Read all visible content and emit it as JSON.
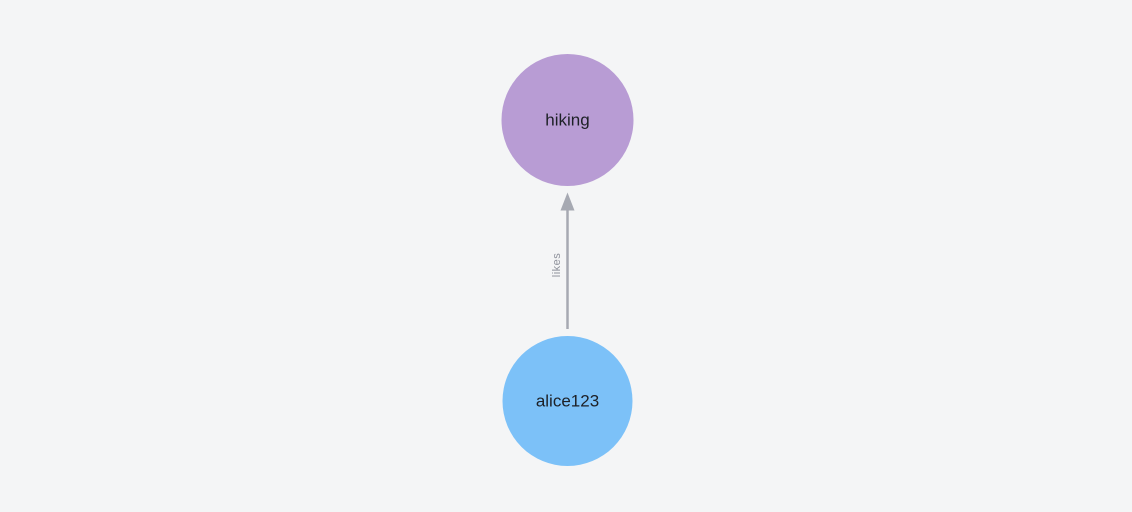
{
  "canvas": {
    "background": "#f4f5f6"
  },
  "graph": {
    "nodes": [
      {
        "id": "hiking",
        "label": "hiking",
        "color": "#b89cd4",
        "text_color": "#1d2026"
      },
      {
        "id": "alice123",
        "label": "alice123",
        "color": "#7cc1f8",
        "text_color": "#1d2026"
      }
    ],
    "edges": [
      {
        "label": "likes",
        "from": "alice123",
        "to": "hiking",
        "color": "#a6a9b2",
        "label_color": "#8e919b"
      }
    ]
  }
}
